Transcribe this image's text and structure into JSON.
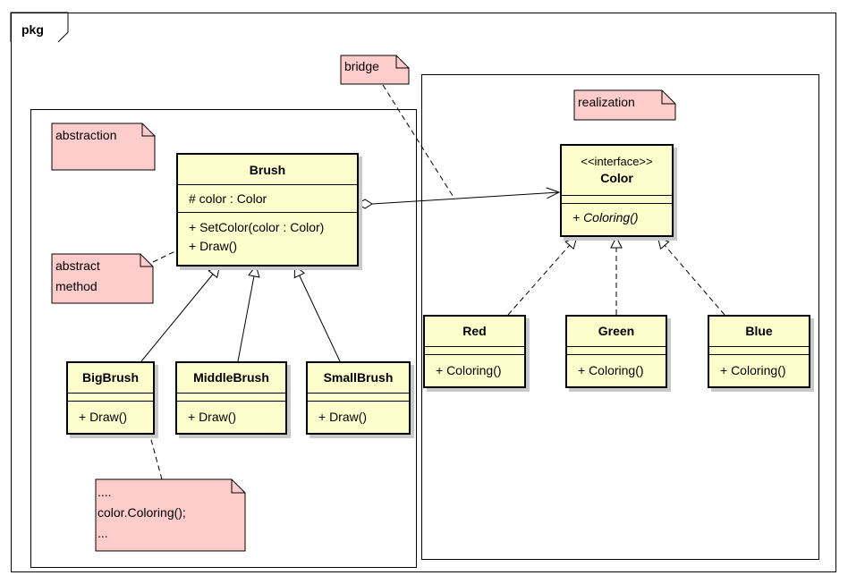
{
  "package": {
    "name": "pkg"
  },
  "notes": {
    "bridge": "bridge",
    "realization": "realization",
    "abstraction": "abstraction",
    "abstract_method": [
      "abstract",
      "method"
    ],
    "code": [
      "....",
      "color.Coloring();",
      "..."
    ]
  },
  "classes": {
    "brush": {
      "name": "Brush",
      "attributes": [
        "# color : Color"
      ],
      "operations": [
        "+ SetColor(color : Color)",
        "+ Draw()"
      ]
    },
    "color": {
      "stereotype": "<<interface>>",
      "name": "Color",
      "operations": [
        "+ Coloring()"
      ]
    },
    "big_brush": {
      "name": "BigBrush",
      "operations": [
        "+ Draw()"
      ]
    },
    "middle_brush": {
      "name": "MiddleBrush",
      "operations": [
        "+ Draw()"
      ]
    },
    "small_brush": {
      "name": "SmallBrush",
      "operations": [
        "+ Draw()"
      ]
    },
    "red": {
      "name": "Red",
      "operations": [
        "+ Coloring()"
      ]
    },
    "green": {
      "name": "Green",
      "operations": [
        "+ Coloring()"
      ]
    },
    "blue": {
      "name": "Blue",
      "operations": [
        "+ Coloring()"
      ]
    }
  },
  "colors": {
    "class_fill": "#fefecc",
    "note_fill": "#ffcccc",
    "shadow": "#c9c9c9",
    "line": "#000000"
  }
}
